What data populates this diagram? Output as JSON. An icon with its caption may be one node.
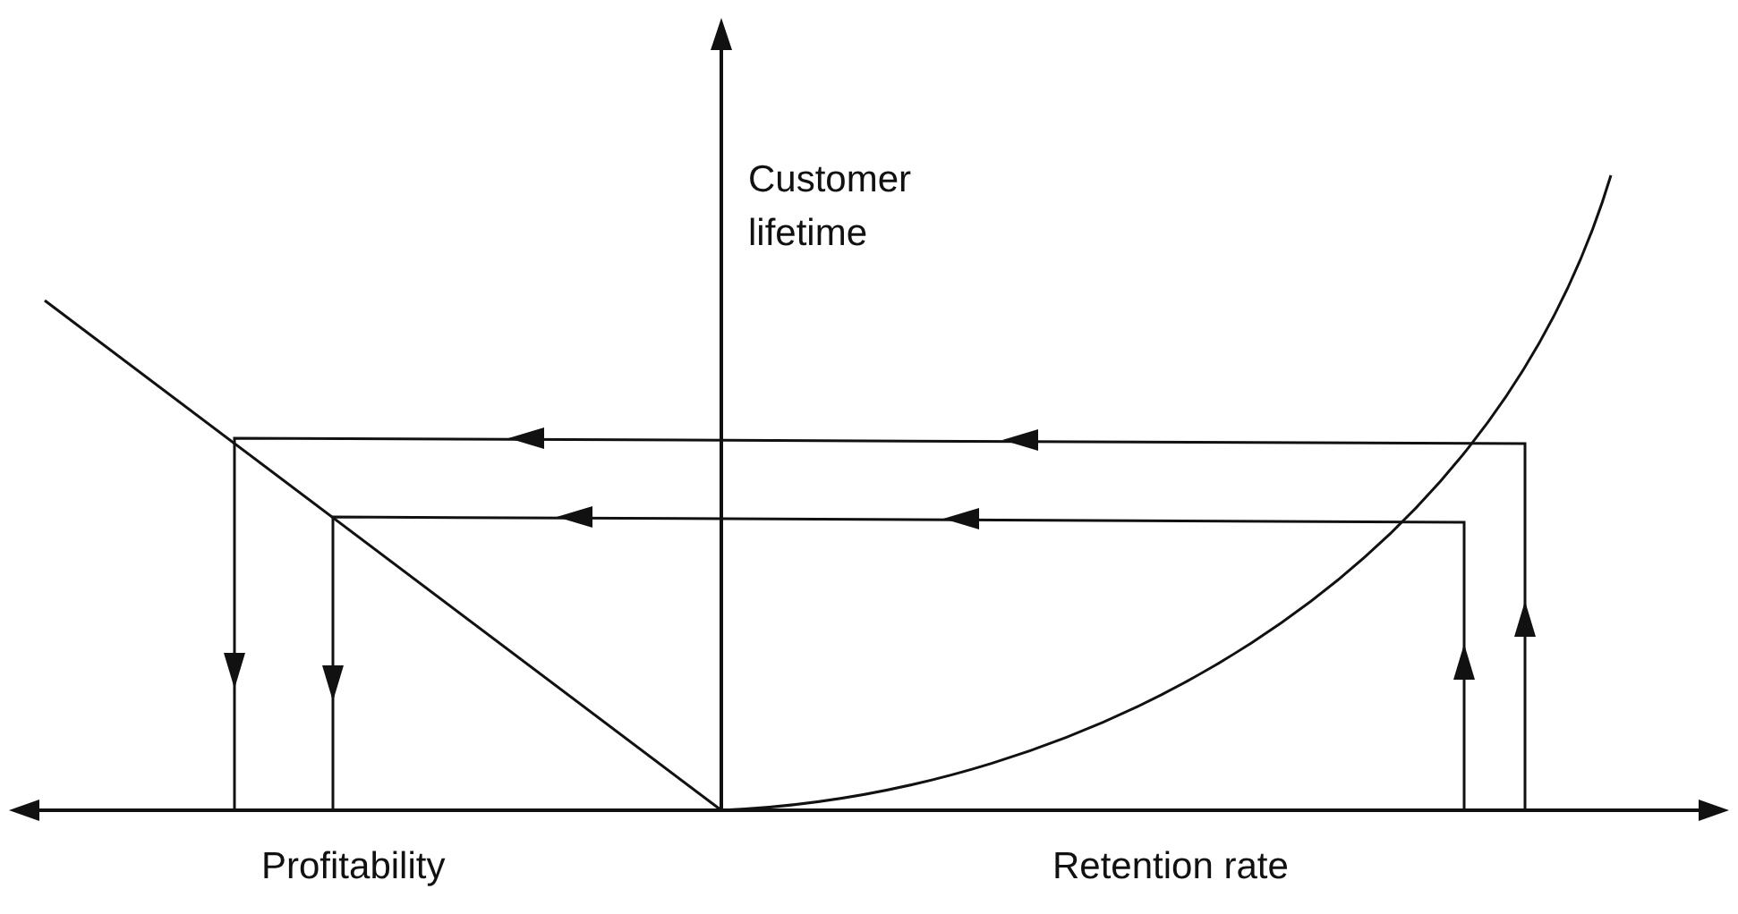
{
  "diagram": {
    "labels": [
      "Customer lifetime",
      "Profitability",
      "Retention rate"
    ]
  }
}
